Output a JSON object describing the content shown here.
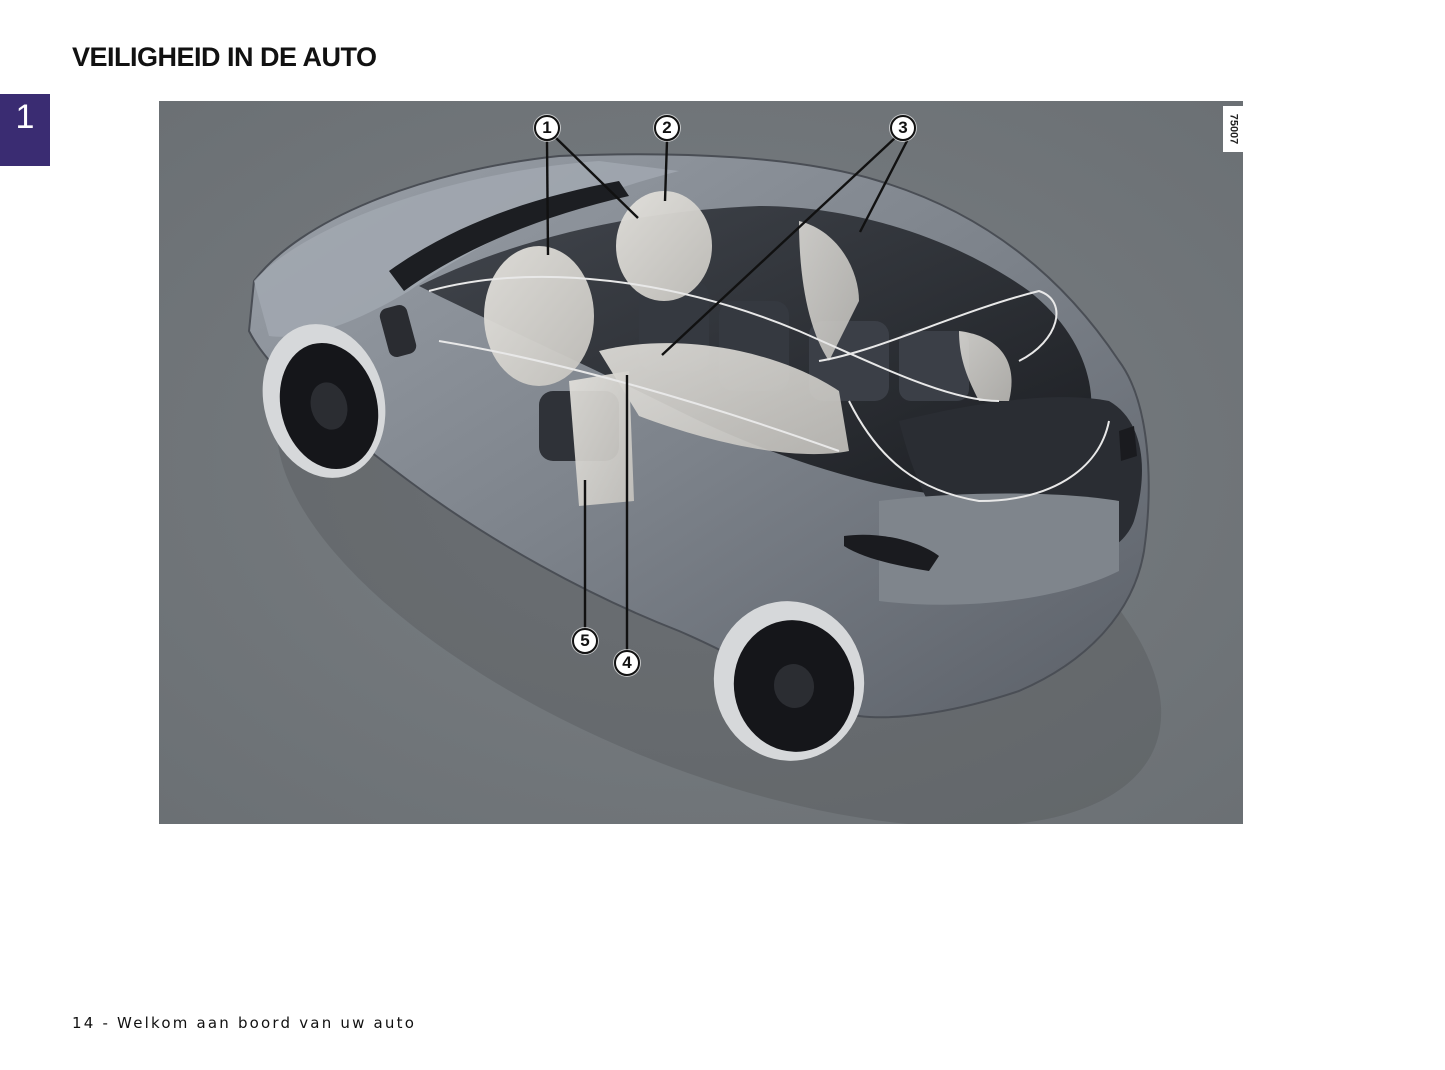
{
  "page": {
    "title": "VEILIGHEID IN DE AUTO",
    "chapter_number": "1",
    "chapter_tab_color": "#3a2c72"
  },
  "figure": {
    "reference_code": "75007",
    "subject": "car-airbag-locations-illustration",
    "callouts": [
      {
        "number": "1"
      },
      {
        "number": "2"
      },
      {
        "number": "3"
      },
      {
        "number": "4"
      },
      {
        "number": "5"
      }
    ]
  },
  "footer": {
    "page_number": "14",
    "text": "14 - Welkom aan boord van uw auto"
  }
}
